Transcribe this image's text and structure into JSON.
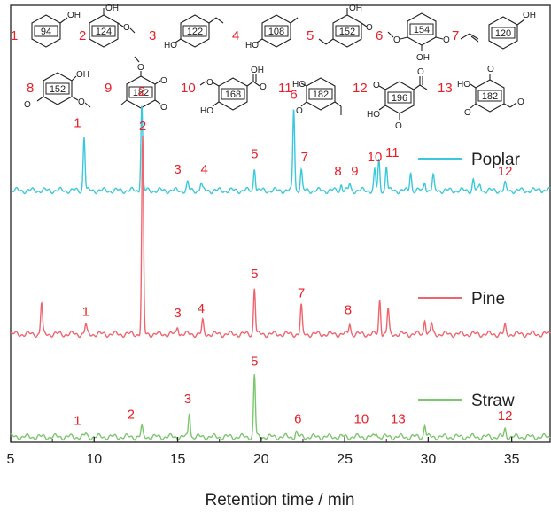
{
  "chart_data": {
    "type": "line",
    "title": "",
    "xlabel": "Retention time / min",
    "ylabel": "",
    "xlim": [
      5,
      37.3
    ],
    "xticks": [
      5,
      10,
      15,
      20,
      25,
      30,
      35
    ],
    "legend_position": "inline-right",
    "colors": {
      "Poplar": "#3cc8dc",
      "Pine": "#f0646e",
      "Straw": "#7cc66e",
      "peak_number": "#e8202a"
    },
    "series": [
      {
        "name": "Poplar",
        "peaks": [
          {
            "x": 9.4,
            "h": 0.35
          },
          {
            "x": 12.85,
            "h": 0.55
          },
          {
            "x": 15.6,
            "h": 0.05
          },
          {
            "x": 16.4,
            "h": 0.05
          },
          {
            "x": 19.6,
            "h": 0.15
          },
          {
            "x": 21.95,
            "h": 0.53
          },
          {
            "x": 22.4,
            "h": 0.13
          },
          {
            "x": 24.8,
            "h": 0.04
          },
          {
            "x": 25.3,
            "h": 0.04
          },
          {
            "x": 26.8,
            "h": 0.13
          },
          {
            "x": 27.05,
            "h": 0.19
          },
          {
            "x": 27.5,
            "h": 0.16
          },
          {
            "x": 28.95,
            "h": 0.12
          },
          {
            "x": 29.8,
            "h": 0.06
          },
          {
            "x": 30.3,
            "h": 0.09
          },
          {
            "x": 32.7,
            "h": 0.07
          },
          {
            "x": 33.1,
            "h": 0.04
          },
          {
            "x": 34.6,
            "h": 0.04
          },
          {
            "x": 36.7,
            "h": 0.02
          }
        ],
        "labels": [
          {
            "text": "1",
            "x": 9.0
          },
          {
            "text": "2",
            "x": 12.85
          },
          {
            "text": "3",
            "x": 15.0
          },
          {
            "text": "4",
            "x": 16.6
          },
          {
            "text": "5",
            "x": 19.6
          },
          {
            "text": "6",
            "x": 21.95
          },
          {
            "text": "7",
            "x": 22.6
          },
          {
            "text": "8",
            "x": 24.6
          },
          {
            "text": "9",
            "x": 25.6
          },
          {
            "text": "10",
            "x": 26.8
          },
          {
            "text": "11",
            "x": 27.85
          },
          {
            "text": "12",
            "x": 34.6
          }
        ]
      },
      {
        "name": "Pine",
        "peaks": [
          {
            "x": 6.85,
            "h": 0.2
          },
          {
            "x": 9.5,
            "h": 0.06
          },
          {
            "x": 12.9,
            "h": 1.25
          },
          {
            "x": 15.0,
            "h": 0.05
          },
          {
            "x": 16.5,
            "h": 0.08
          },
          {
            "x": 19.6,
            "h": 0.3
          },
          {
            "x": 22.4,
            "h": 0.18
          },
          {
            "x": 25.3,
            "h": 0.07
          },
          {
            "x": 27.1,
            "h": 0.22
          },
          {
            "x": 27.6,
            "h": 0.16
          },
          {
            "x": 29.8,
            "h": 0.1
          },
          {
            "x": 30.2,
            "h": 0.07
          },
          {
            "x": 34.6,
            "h": 0.05
          }
        ],
        "labels": [
          {
            "text": "1",
            "x": 9.5
          },
          {
            "text": "2",
            "x": 12.9
          },
          {
            "text": "3",
            "x": 15.0
          },
          {
            "text": "4",
            "x": 16.4
          },
          {
            "text": "5",
            "x": 19.6
          },
          {
            "text": "7",
            "x": 22.4
          },
          {
            "text": "8",
            "x": 25.2
          }
        ]
      },
      {
        "name": "Straw",
        "peaks": [
          {
            "x": 9.5,
            "h": 0.02
          },
          {
            "x": 12.85,
            "h": 0.06
          },
          {
            "x": 15.7,
            "h": 0.16
          },
          {
            "x": 19.6,
            "h": 0.4
          },
          {
            "x": 22.1,
            "h": 0.03
          },
          {
            "x": 26.9,
            "h": 0.03
          },
          {
            "x": 29.8,
            "h": 0.08
          },
          {
            "x": 34.6,
            "h": 0.05
          }
        ],
        "labels": [
          {
            "text": "1",
            "x": 9.0
          },
          {
            "text": "2",
            "x": 12.2
          },
          {
            "text": "3",
            "x": 15.6
          },
          {
            "text": "5",
            "x": 19.6
          },
          {
            "text": "6",
            "x": 22.2
          },
          {
            "text": "10",
            "x": 26.0
          },
          {
            "text": "13",
            "x": 28.2
          },
          {
            "text": "12",
            "x": 34.6
          }
        ]
      }
    ]
  },
  "structures": [
    {
      "number": "1",
      "mw": "94",
      "atoms": [
        "OH"
      ]
    },
    {
      "number": "2",
      "mw": "124",
      "atoms": [
        "OH",
        "O"
      ]
    },
    {
      "number": "3",
      "mw": "122",
      "atoms": [
        "HO"
      ]
    },
    {
      "number": "4",
      "mw": "108",
      "atoms": [
        "HO"
      ]
    },
    {
      "number": "5",
      "mw": "152",
      "atoms": [
        "OH",
        "O"
      ]
    },
    {
      "number": "6",
      "mw": "154",
      "atoms": [
        "O",
        "O",
        "OH"
      ]
    },
    {
      "number": "7",
      "mw": "120",
      "atoms": [
        "OH"
      ]
    },
    {
      "number": "8",
      "mw": "152",
      "atoms": [
        "OH",
        "O",
        "O"
      ]
    },
    {
      "number": "9",
      "mw": "182",
      "atoms": [
        "O",
        "O",
        "O"
      ]
    },
    {
      "number": "10",
      "mw": "168",
      "atoms": [
        "O",
        "OH",
        "O",
        "HO"
      ]
    },
    {
      "number": "11",
      "mw": "182",
      "atoms": [
        "HO",
        "O"
      ]
    },
    {
      "number": "12",
      "mw": "196",
      "atoms": [
        "O",
        "O",
        "HO",
        "O"
      ]
    },
    {
      "number": "13",
      "mw": "182",
      "atoms": [
        "O",
        "HO",
        "O",
        "O"
      ]
    }
  ]
}
